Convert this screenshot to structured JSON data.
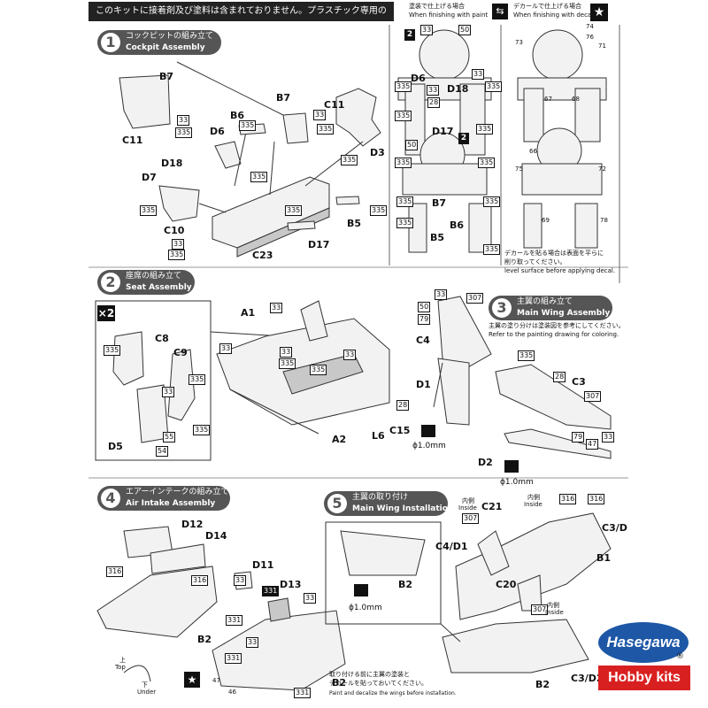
{
  "notice": "このキットに接着剤及び塗料は含まれておりません。プラスチック専用の物を別にお求め下さい。",
  "steps": [
    {
      "num": "1",
      "jp": "コックピットの組み立て",
      "en": "Cockpit Assembly"
    },
    {
      "num": "2",
      "jp": "座席の組み立て",
      "en": "Seat Assembly"
    },
    {
      "num": "3",
      "jp": "主翼の組み立て",
      "en": "Main Wing Assembly"
    },
    {
      "num": "4",
      "jp": "エアーインテークの組み立て",
      "en": "Air Intake Assembly"
    },
    {
      "num": "5",
      "jp": "主翼の取り付け",
      "en": "Main Wing Installation"
    }
  ],
  "paint_option": {
    "jp": "塗装で仕上げる場合",
    "en": "When finishing with paint"
  },
  "decal_option": {
    "jp": "デカールで仕上げる場合",
    "en": "When finishing with decal"
  },
  "decal_note": {
    "jp1": "デカールを貼る場合は表面を平らに",
    "jp2": "削り取ってください。",
    "en1": "level surface before applying decal."
  },
  "wing_note": {
    "jp": "主翼の塗り分けは塗装図を参考にしてください。",
    "en": "Refer to the painting drawing for coloring."
  },
  "install_note": {
    "jp1": "取り付ける前に主翼の塗装と",
    "jp2": "デカールを貼っておいてください。",
    "en1": "Paint and decalize the wings before installation."
  },
  "inside": {
    "jp": "内側",
    "en": "Inside"
  },
  "top_label": {
    "jp": "上",
    "en": "Top"
  },
  "under_label": {
    "jp": "下",
    "en": "Under"
  },
  "drill": "ϕ1.0mm",
  "x2": "×2",
  "logo": {
    "brand": "Hasegawa",
    "sub": "Hobby kits",
    "reg": "®"
  },
  "step1_labels": [
    "B7",
    "C11",
    "B6",
    "D6",
    "D18",
    "D7",
    "C10",
    "C23",
    "D17",
    "B5",
    "D3",
    "B7",
    "C11"
  ],
  "step1_codes": [
    "33",
    "335",
    "33",
    "335",
    "335",
    "335",
    "335",
    "335",
    "335",
    "33",
    "335",
    "335"
  ],
  "paint_labels": [
    "D6",
    "D18",
    "D17",
    "B7",
    "B5",
    "B6"
  ],
  "paint_codes": [
    "33",
    "50",
    "33",
    "335",
    "335",
    "33",
    "28",
    "335",
    "50",
    "335",
    "335",
    "335",
    "335",
    "335",
    "335",
    "335"
  ],
  "decal_codes": [
    "74",
    "76",
    "73",
    "71",
    "67",
    "68",
    "66",
    "75",
    "72",
    "69",
    "78"
  ],
  "step2_labels": [
    "C8",
    "C9",
    "D5",
    "A1",
    "A2",
    "L6",
    "C15"
  ],
  "step2_codes": [
    "335",
    "33",
    "335",
    "55",
    "54",
    "335",
    "33",
    "33",
    "33",
    "335",
    "28",
    "33",
    "335"
  ],
  "step3_labels": [
    "C4",
    "D1",
    "C3",
    "D2"
  ],
  "step3_codes": [
    "33",
    "307",
    "50",
    "79",
    "335",
    "28",
    "307",
    "79",
    "47",
    "33"
  ],
  "step4_labels": [
    "D12",
    "D14",
    "D11",
    "D13",
    "B2",
    "B2"
  ],
  "step4_codes": [
    "316",
    "316",
    "33",
    "33",
    "331",
    "331",
    "33",
    "331",
    "47",
    "46",
    "331"
  ],
  "step5_labels": [
    "C21",
    "C4/D1",
    "C20",
    "B1",
    "C3/D",
    "B2",
    "B2",
    "C3/D2"
  ],
  "step5_codes": [
    "307",
    "316",
    "316",
    "307"
  ]
}
